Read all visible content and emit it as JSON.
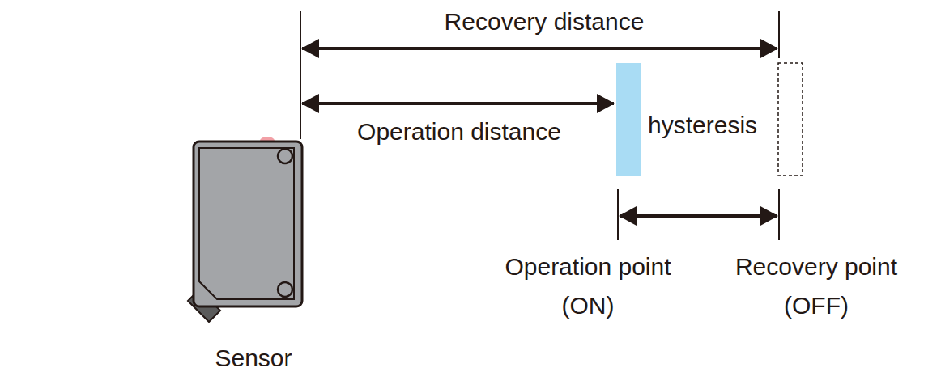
{
  "diagram": {
    "labels": [
      "Recovery distance",
      "Operation distance",
      "hysteresis",
      "Operation point (ON)",
      "Recovery point (OFF)",
      "Sensor"
    ]
  }
}
